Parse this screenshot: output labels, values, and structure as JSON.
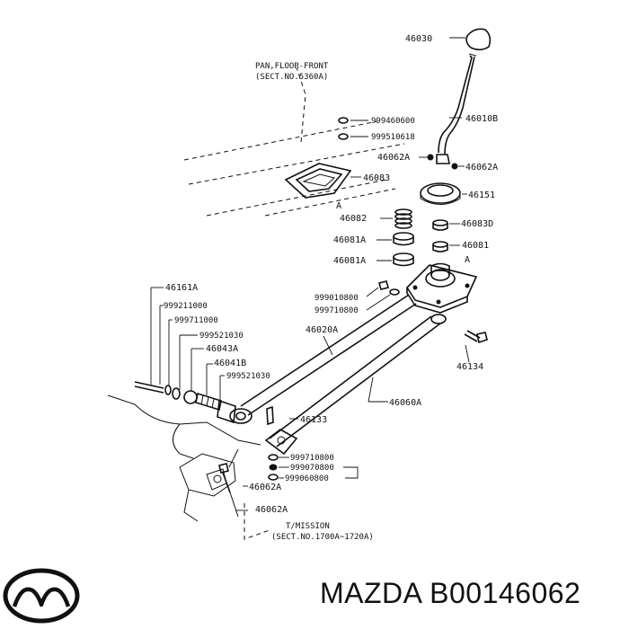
{
  "labels": {
    "knob": "46030",
    "lever": "46010B",
    "boot_top_a": "46062A",
    "boot_top_b": "46062A",
    "pan_line1": "PAN,FLOOR-FRONT",
    "pan_line2": "(SECT.NO.5360A)",
    "bolt_a": "999460600",
    "washer_a": "999510618",
    "plate": "46083",
    "letter_a1": "A",
    "letter_a2": "A",
    "ring": "46151",
    "spring": "46082",
    "bush_d": "46083D",
    "bush_a1": "46081A",
    "bush_b": "46081",
    "bush_a2": "46081A",
    "seat": "46161A",
    "bolt_b": "999010800",
    "washer_b": "999710800",
    "p1": "999211000",
    "p2": "999711000",
    "p3": "999521030",
    "rod_main": "46020A",
    "p4": "46043A",
    "p5": "46041B",
    "p6": "999521030",
    "bolt_c": "46134",
    "rod_ext": "46060A",
    "joint": "46133",
    "w1": "999710800",
    "w2": "999070800",
    "w3": "999060800",
    "mount1": "46062A",
    "mount2": "46062A",
    "trans_line1": "T/MISSION",
    "trans_line2": "(SECT.NO.1700A~1720A)"
  },
  "brand": {
    "name": "MAZDA",
    "part_number": "B00146062"
  }
}
